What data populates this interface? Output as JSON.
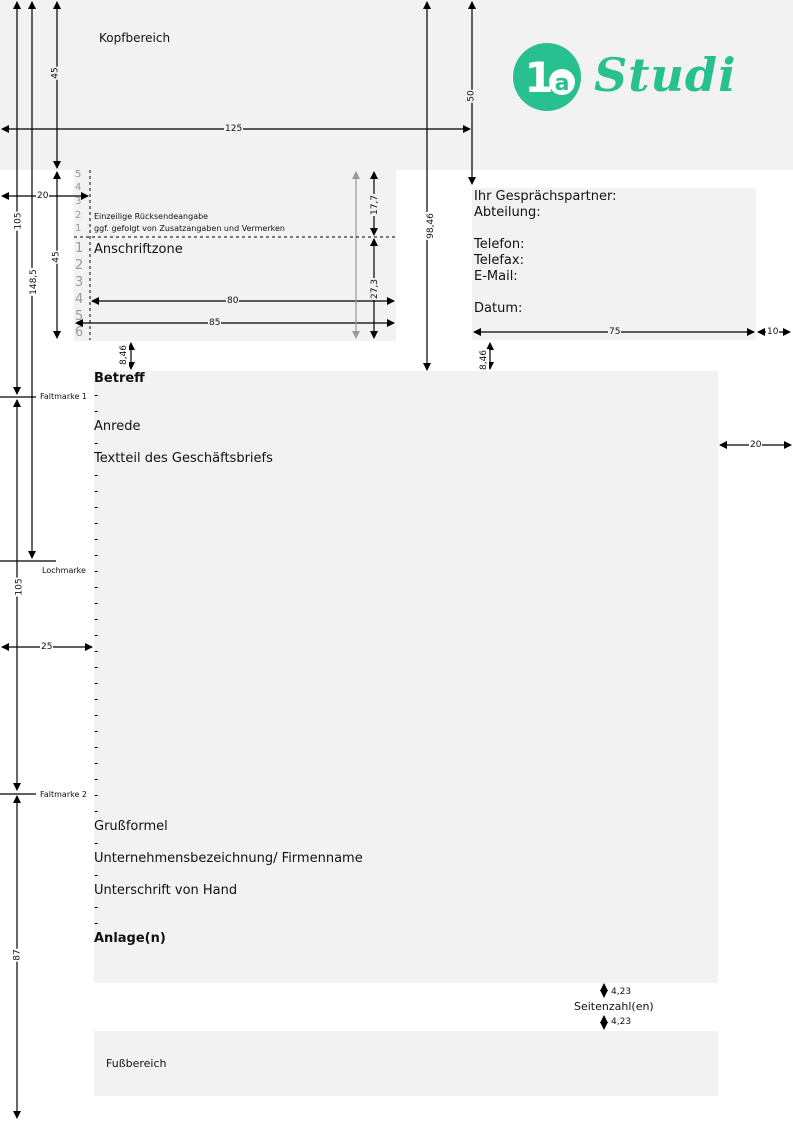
{
  "header": {
    "label": "Kopfbereich"
  },
  "logo": {
    "mark": "1a",
    "word": "Studi",
    "color": "#27c08e"
  },
  "return_address": {
    "line1": "Einzeilige Rücksendeangabe",
    "line2": "ggf. gefolgt von Zusatzangaben und Vermerken"
  },
  "address_zone_label": "Anschriftzone",
  "line_numbers": {
    "top": [
      "5",
      "4",
      "3",
      "2",
      "1"
    ],
    "bottom": [
      "1",
      "2",
      "3",
      "4",
      "5",
      "6"
    ]
  },
  "info_block": {
    "contact": "Ihr Gesprächspartner:",
    "department": "Abteilung:",
    "phone": "Telefon:",
    "fax": "Telefax:",
    "email": "E-Mail:",
    "date": "Datum:"
  },
  "body": {
    "subject": "Betreff",
    "salutation": "Anrede",
    "text": "Textteil des Geschäftsbriefs",
    "closing": "Grußformel",
    "company": "Unternehmensbezeichnung/ Firmenname",
    "signature": "Unterschrift von Hand",
    "attachments": "Anlage(n)",
    "dash": "-"
  },
  "page_number": "Seitenzahl(en)",
  "footer": {
    "label": "Fußbereich"
  },
  "marks": {
    "fold1": "Faltmarke 1",
    "hole": "Lochmarke",
    "fold2": "Faltmarke 2"
  },
  "dimensions": {
    "header_height": "45",
    "logo_height": "50",
    "header_width": "125",
    "left_margin_address": "20",
    "top_105": "105",
    "top_148": "148,5",
    "address_45": "45",
    "ret_17": "17,7",
    "addr_27": "27,3",
    "width_80": "80",
    "width_85": "85",
    "dist_98": "98,46",
    "info_width": "75",
    "right_10": "10",
    "gap_846a": "8,46",
    "gap_846b": "8,46",
    "right_20": "20",
    "mid_105": "105",
    "left_25": "25",
    "bottom_87": "87",
    "pn_top": "4,23",
    "pn_bottom": "4,23"
  }
}
